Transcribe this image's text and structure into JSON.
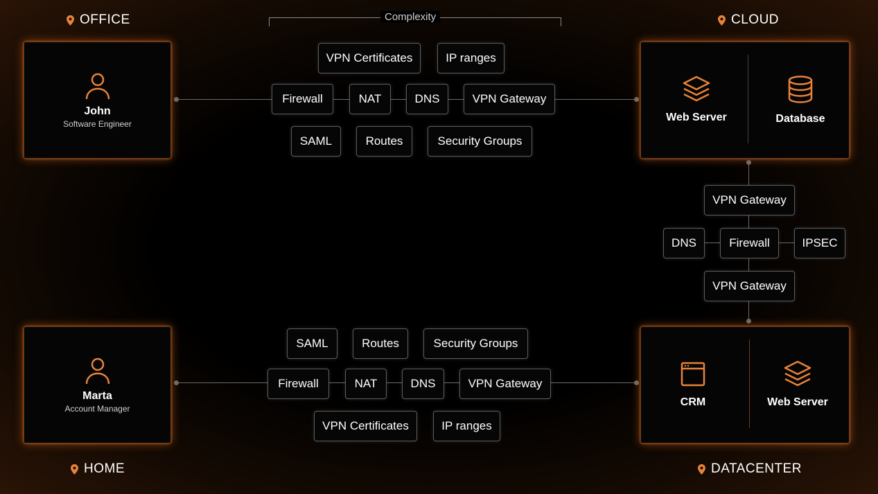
{
  "locations": {
    "office": "OFFICE",
    "cloud": "CLOUD",
    "home": "HOME",
    "datacenter": "DATACENTER"
  },
  "complexity_label": "Complexity",
  "office_user": {
    "name": "John",
    "role": "Software Engineer"
  },
  "home_user": {
    "name": "Marta",
    "role": "Account Manager"
  },
  "cloud_services": [
    "Web Server",
    "Database"
  ],
  "datacenter_services": [
    "CRM",
    "Web Server"
  ],
  "top_pills": {
    "row1": [
      "VPN Certificates",
      "IP ranges"
    ],
    "row2": [
      "Firewall",
      "NAT",
      "DNS",
      "VPN Gateway"
    ],
    "row3": [
      "SAML",
      "Routes",
      "Security Groups"
    ]
  },
  "bottom_pills": {
    "row1": [
      "SAML",
      "Routes",
      "Security Groups"
    ],
    "row2": [
      "Firewall",
      "NAT",
      "DNS",
      "VPN Gateway"
    ],
    "row3": [
      "VPN Certificates",
      "IP ranges"
    ]
  },
  "right_pills": {
    "top": "VPN Gateway",
    "middle": [
      "DNS",
      "Firewall",
      "IPSEC"
    ],
    "bottom": "VPN Gateway"
  },
  "colors": {
    "accent": "#e8833a",
    "pill_border": "#5e5e5e",
    "line": "#6a6a6a"
  }
}
